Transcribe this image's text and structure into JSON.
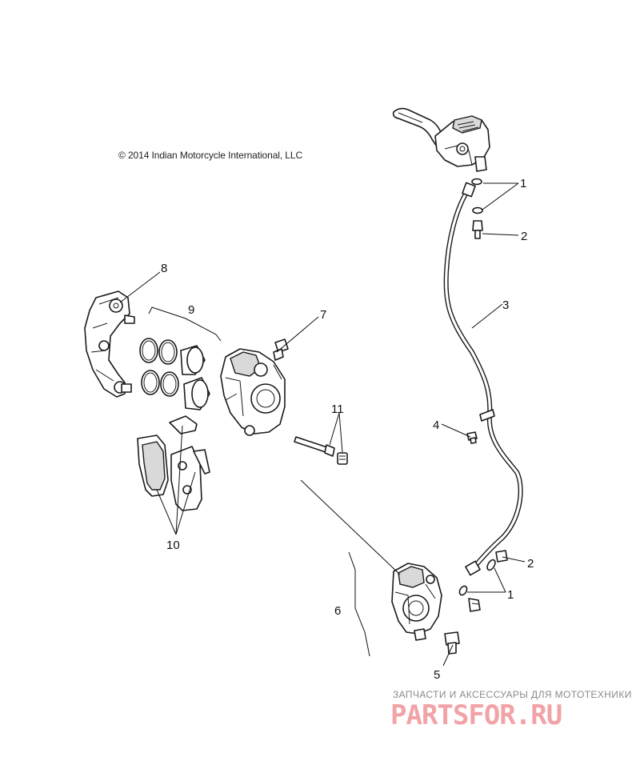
{
  "copyright": "© 2014 Indian Motorcycle International, LLC",
  "watermark": {
    "tagline": "ЗАПЧАСТИ И АКСЕССУАРЫ ДЛЯ МОТОТЕХНИКИ",
    "brand": "PARTSFOR.RU",
    "brand_color": "#f2a3a8"
  },
  "callouts": {
    "c1a": "1",
    "c1b": "1",
    "c2a": "2",
    "c2b": "2",
    "c3": "3",
    "c4": "4",
    "c5": "5",
    "c6": "6",
    "c7": "7",
    "c8": "8",
    "c9": "9",
    "c10": "10",
    "c11": "11"
  }
}
